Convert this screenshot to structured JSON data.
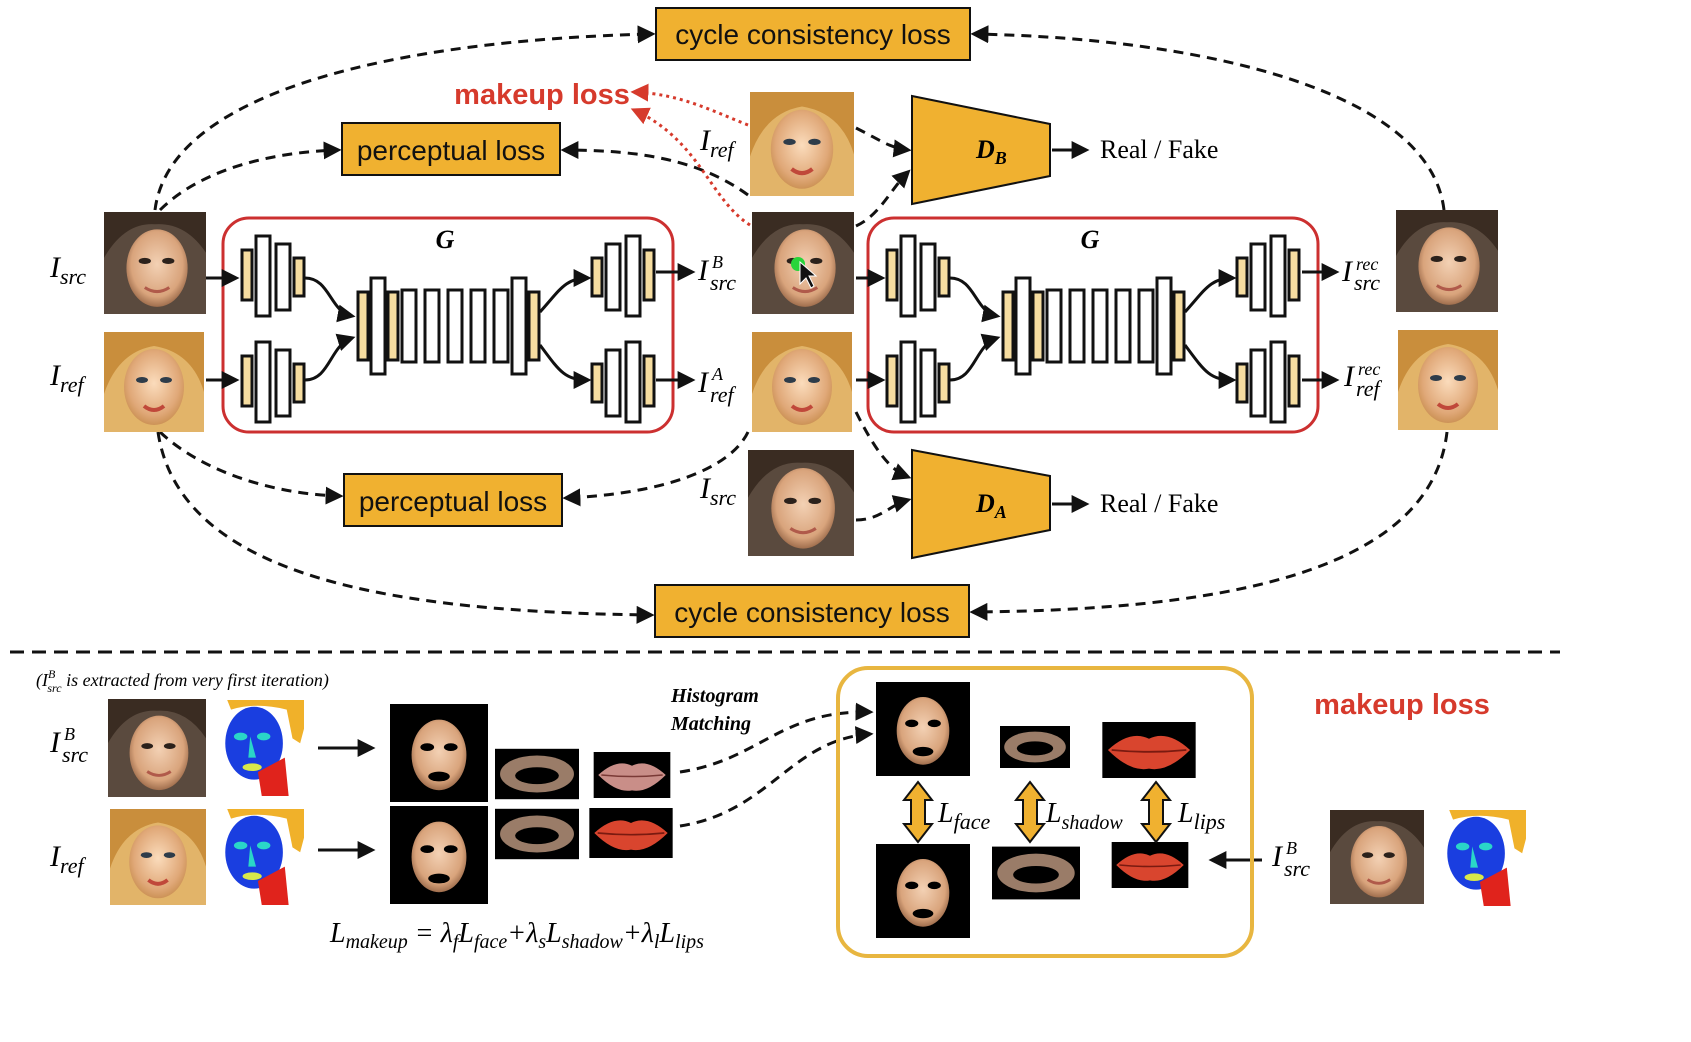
{
  "losses": {
    "cycle_top": "cycle consistency loss",
    "cycle_bottom": "cycle consistency loss",
    "perceptual_top": "perceptual loss",
    "perceptual_bottom": "perceptual loss",
    "makeup_top": "makeup loss",
    "makeup_bottom": "makeup loss"
  },
  "generator": {
    "left": "G",
    "right": "G"
  },
  "discriminators": {
    "b": {
      "main": "D",
      "sub": "B",
      "output": "Real / Fake"
    },
    "a": {
      "main": "D",
      "sub": "A",
      "output": "Real / Fake"
    }
  },
  "images": {
    "i_src": {
      "base": "I",
      "sub": "src",
      "sup": ""
    },
    "i_ref": {
      "base": "I",
      "sub": "ref",
      "sup": ""
    },
    "i_ref_top": {
      "base": "I",
      "sub": "ref",
      "sup": ""
    },
    "i_src_b": {
      "base": "I",
      "sub": "src",
      "sup": "B"
    },
    "i_ref_a": {
      "base": "I",
      "sub": "ref",
      "sup": "A"
    },
    "i_src_bot": {
      "base": "I",
      "sub": "src",
      "sup": ""
    },
    "i_src_rec": {
      "base": "I",
      "sub": "src",
      "sup": "rec"
    },
    "i_ref_rec": {
      "base": "I",
      "sub": "ref",
      "sup": "rec"
    }
  },
  "bottom": {
    "note": "(I",
    "note_sup": "B",
    "note_sub": "src",
    "note_rest": " is extracted from very first iteration)",
    "row1": {
      "base": "I",
      "sub": "src",
      "sup": "B"
    },
    "row2": {
      "base": "I",
      "sub": "ref",
      "sup": ""
    },
    "right_label": {
      "base": "I",
      "sub": "src",
      "sup": "B"
    },
    "histogram_line1": "Histogram",
    "histogram_line2": "Matching",
    "l_face": {
      "base": "L",
      "sub": "face"
    },
    "l_shadow": {
      "base": "L",
      "sub": "shadow"
    },
    "l_lips": {
      "base": "L",
      "sub": "lips"
    },
    "formula": {
      "lhs_base": "L",
      "lhs_sub": "makeup",
      "eq": " = ",
      "t1_coef": "λ",
      "t1_coef_sub": "f",
      "t1_base": "L",
      "t1_sub": "face",
      "plus": "+",
      "t2_coef": "λ",
      "t2_coef_sub": "s",
      "t2_base": "L",
      "t2_sub": "shadow",
      "t3_coef": "λ",
      "t3_coef_sub": "l",
      "t3_base": "L",
      "t3_sub": "lips"
    }
  },
  "colors": {
    "loss_box": "#f0b130",
    "generator_border": "#cc3030",
    "makeup_red": "#d63a2c",
    "encoder_fill": "#f6dda0",
    "makeup_panel_border": "#e8b640"
  }
}
